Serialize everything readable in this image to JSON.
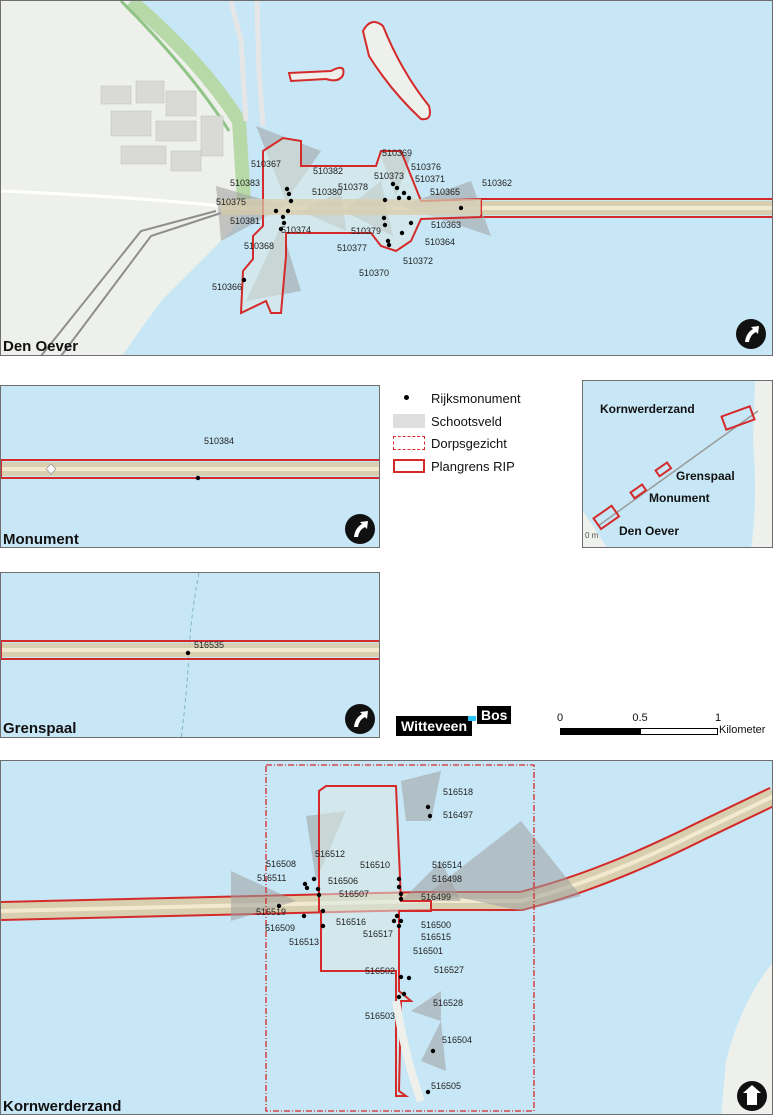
{
  "panels": {
    "den_oever": {
      "title": "Den Oever",
      "monuments": [
        "510367",
        "510382",
        "510369",
        "510376",
        "510383",
        "510373",
        "510371",
        "510362",
        "510380",
        "510378",
        "510365",
        "510375",
        "510363",
        "510381",
        "510374",
        "510379",
        "510364",
        "510368",
        "510377",
        "510372",
        "510370",
        "510366"
      ],
      "place_label": "Den Oever"
    },
    "monument": {
      "title": "Monument",
      "monuments": [
        "510384"
      ]
    },
    "grenspaal": {
      "title": "Grenspaal",
      "monuments": [
        "516535"
      ]
    },
    "kornwerderzand": {
      "title": "Kornwerderzand",
      "monuments": [
        "516518",
        "516497",
        "516512",
        "516508",
        "516510",
        "516514",
        "516511",
        "516506",
        "516498",
        "516507",
        "516499",
        "516519",
        "516516",
        "516500",
        "516509",
        "516517",
        "516515",
        "516513",
        "516501",
        "516527",
        "516502",
        "516528",
        "516503",
        "516504",
        "516505"
      ]
    }
  },
  "legend": {
    "items": [
      {
        "label": "Rijksmonument",
        "symbol": "dot"
      },
      {
        "label": "Schootsveld",
        "symbol": "grey-fill"
      },
      {
        "label": "Dorpsgezicht",
        "symbol": "red-dashdot-outline"
      },
      {
        "label": "Plangrens RIP",
        "symbol": "red-outline"
      }
    ]
  },
  "overview": {
    "labels": [
      "Kornwerderzand",
      "Grenspaal",
      "Monument",
      "Den Oever"
    ],
    "corner_text": "0 m"
  },
  "logo": {
    "part1": "Witteveen",
    "part2": "Bos"
  },
  "scalebar": {
    "ticks": [
      "0",
      "0.5",
      "1"
    ],
    "unit": "Kilometer"
  },
  "colors": {
    "water": "#c8e7f6",
    "land": "#eef0ec",
    "plangrens": "#d42a2a",
    "schootsveld": "#9e9e9e",
    "road": "#d8cfb0"
  }
}
